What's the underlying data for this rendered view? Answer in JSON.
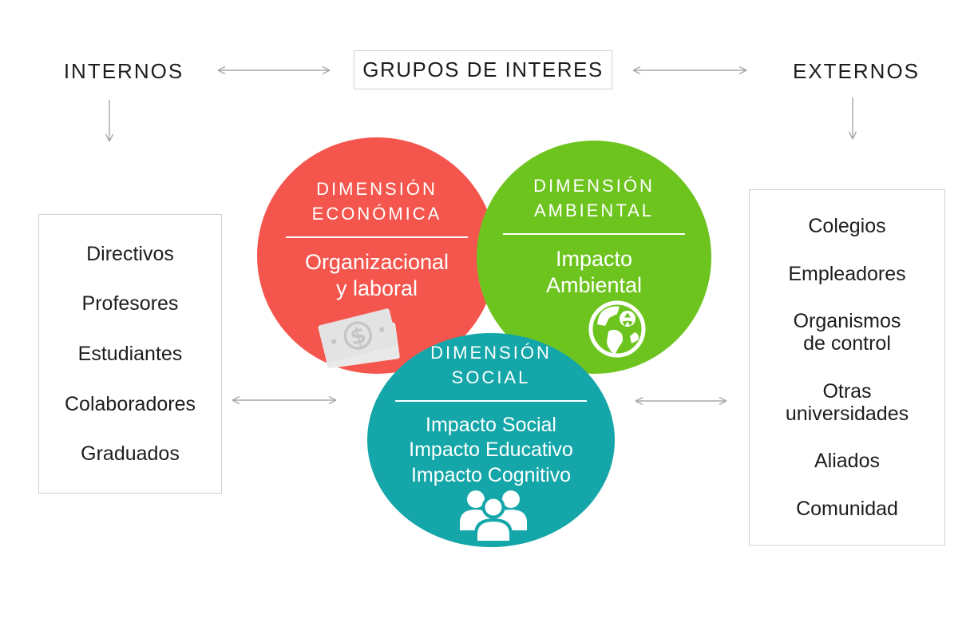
{
  "header": {
    "internos_label": "INTERNOS",
    "title": "GRUPOS DE INTERES",
    "externos_label": "EXTERNOS"
  },
  "internal_stakeholders": {
    "items": [
      "Directivos",
      "Profesores",
      "Estudiantes",
      "Colaboradores",
      "Graduados"
    ]
  },
  "external_stakeholders": {
    "items": [
      "Colegios",
      "Empleadores",
      "Organismos\nde control",
      "Otras\nuniversidades",
      "Aliados",
      "Comunidad"
    ]
  },
  "dimensions": {
    "economica": {
      "title_lines": [
        "DIMENSIÓN",
        "ECONÓMICA"
      ],
      "body_lines": [
        "Organizacional",
        "y laboral"
      ],
      "icon": "money-icon"
    },
    "ambiental": {
      "title_lines": [
        "DIMENSIÓN",
        "AMBIENTAL"
      ],
      "body_lines": [
        "Impacto",
        "Ambiental"
      ],
      "icon": "globe-recycle-icon"
    },
    "social": {
      "title_lines": [
        "DIMENSIÓN",
        "SOCIAL"
      ],
      "body_lines": [
        "Impacto Social",
        "Impacto Educativo",
        "Impacto Cognitivo"
      ],
      "icon": "people-icon"
    }
  },
  "colors": {
    "economica": "#F4564E",
    "ambiental": "#6EC41F",
    "social": "#14A6A8",
    "arrow": "#A8A8A8",
    "text": "#1D1D1D",
    "box_border": "#D2D2D2",
    "circle_text": "#FFFFFF"
  }
}
